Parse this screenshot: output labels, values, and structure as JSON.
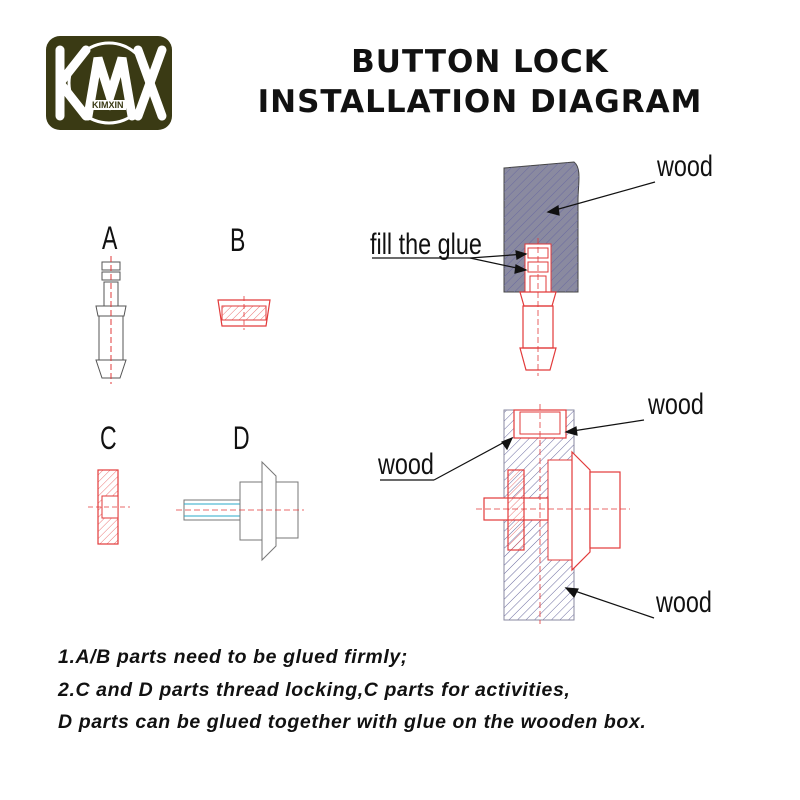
{
  "logo": {
    "mark": "KMX",
    "brand": "KIMXIN",
    "bg": "#3a3a14",
    "fg": "#ffffff"
  },
  "title": {
    "line1": "BUTTON LOCK",
    "line2": "INSTALLATION DIAGRAM"
  },
  "parts": {
    "a": "A",
    "b": "B",
    "c": "C",
    "d": "D"
  },
  "callouts": {
    "wood_top": "wood",
    "fill_glue": "fill the glue",
    "wood_mid_right": "wood",
    "wood_mid_left": "wood",
    "wood_bottom": "wood"
  },
  "notes": [
    "1.A/B  parts  need  to  be  glued firmly;",
    "2.C and D parts thread locking,C parts for activities,",
    "D parts can be glued together with glue on the wooden box."
  ],
  "colors": {
    "part_line": "#e23a3a",
    "wood_fill": "#8a8aa0",
    "hatch": "#6a6aa0",
    "ink": "#111111"
  }
}
